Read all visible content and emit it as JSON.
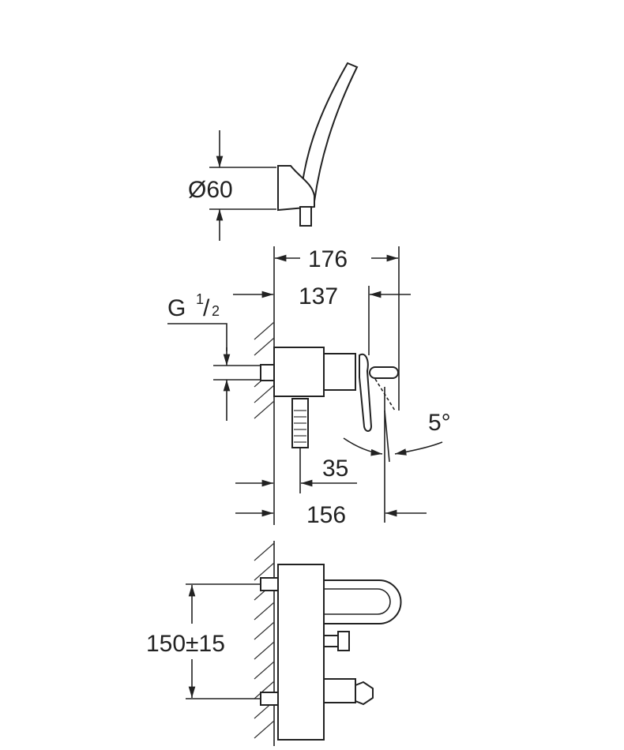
{
  "drawing": {
    "hand_shower": {
      "diameter_label": "Ø60"
    },
    "side_view": {
      "overall_depth": "176",
      "lever_depth": "137",
      "connection_thread": "G",
      "connection_fraction_num": "1",
      "connection_fraction_den": "2",
      "outlet_offset": "35",
      "spout_depth": "156",
      "lever_angle": "5°"
    },
    "front_view": {
      "inlet_spacing": "150±15"
    }
  }
}
